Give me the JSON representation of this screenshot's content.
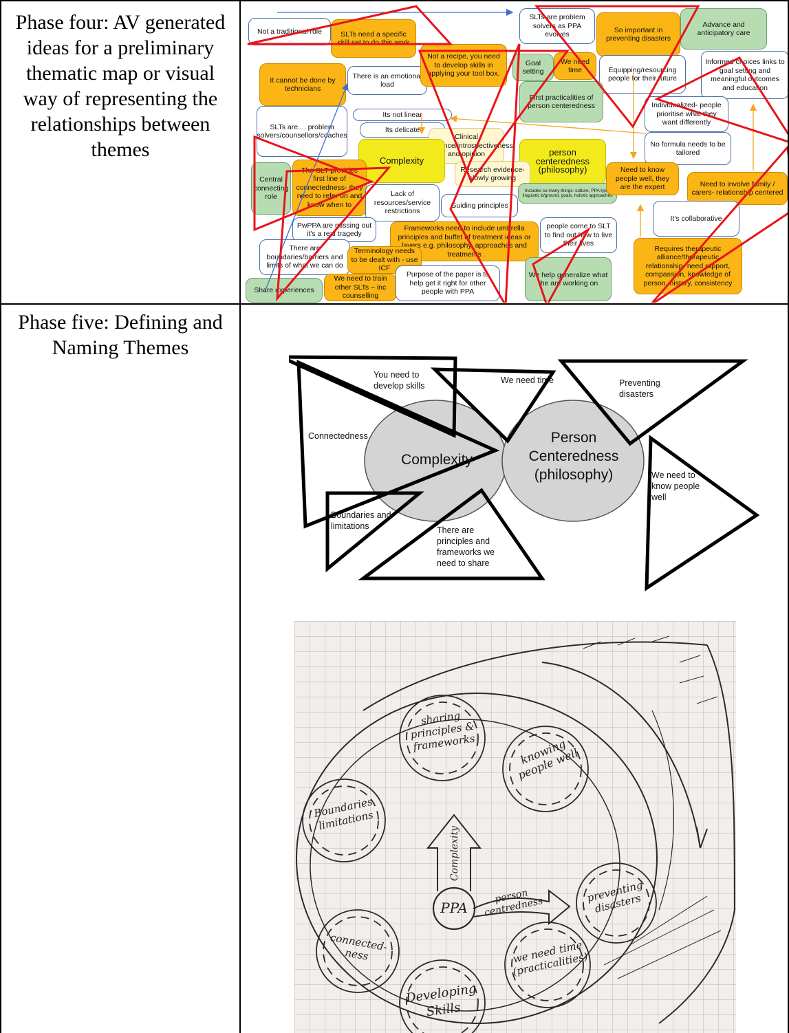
{
  "phases": {
    "four": "Phase four: AV generated ideas for a preliminary thematic map or visual way of representing the relationships between themes",
    "five": "Phase five: Defining and Naming Themes"
  },
  "map": {
    "b01": "Not a traditional role",
    "b02": "SLTs need a specific skill set to do this work",
    "b03": "It cannot be done by technicians",
    "b04": "There is an emotional load",
    "b05": "Not a recipe, you need to develop skills in applying your tool box.",
    "b06": "SLTs are problem solvers as PPA evolves",
    "b07": "So important in preventing disasters",
    "b08": "Advance and anticipatory care",
    "b09": "Goal setting",
    "b10": "We need time",
    "b11": "Equipping/resourcing people for their future",
    "b12": "Informed choices links to goal setting and meaningful outcomes and education",
    "b13": "First practicalities of person centeredness",
    "b14": "Its not linear",
    "b15": "Individualized- people prioritise what they want differently",
    "b16": "SLTs are.... problem solvers/counsellors/coaches",
    "b17": "Its delicate",
    "b18": "Clinical experience/introspectiveness and opinion",
    "b19": "Complexity",
    "b20": "person centeredness (philosophy)",
    "b21": "No formula needs to be tailored",
    "b22": "Central connecting role",
    "b23": "The SLT provides first line of connectedness- they need to refer on and know when to",
    "b24": "Research evidence- slowly growing",
    "b25": "Includes so many things: culture, PPA type, linguistic b/ground, goals, holistic approaches",
    "b26": "Need to know people well, they are the expert",
    "b27": "Need to involve family / carers- relationship centered",
    "b28": "Lack of resources/service restrictions",
    "b29": "Guiding principles",
    "b30": "PwPPA are missing out it's a real tragedy",
    "b31": "It's collaborative",
    "b32": "Frameworks need to include umbrella principles and buffet of treatment ideas or layers e.g. philosophy, approaches and treatments",
    "b33": "people come to SLT to find out how to live their lives",
    "b34": "There are boundaries/barriers and limits of what we can do",
    "b35": "Terminology needs to be dealt with - use ICF",
    "b36": "Requires therapeutic alliance/therapeutic relationship- need rapport, compassion, knowledge of person, history, consistency",
    "b37": "We help generalize what the are working on",
    "b38": "Share experiences",
    "b39": "We need to train other SLTs – inc counselling",
    "b40": "Purpose of the paper is to help get it right for other people with PPA"
  },
  "venn": {
    "complexity": "Complexity",
    "person": "Person Centeredness (philosophy)",
    "skills": "You need to develop skills",
    "time": "We need time",
    "disasters": "Preventing disasters",
    "connectedness": "Connectedness",
    "know": "We need to know people well",
    "boundaries": "Boundaries and limitations",
    "principles": "There are principles and frameworks we need to share"
  },
  "sketch": {
    "g1": "sharing principles & frameworks",
    "g2": "knowing people well",
    "g3": "Boundaries limitations",
    "g4": "preventing disasters",
    "g5": "connected-ness",
    "g6": "we need time (practicalities)",
    "g7": "Developing Skills",
    "ppa": "PPA",
    "arrow_up": "Complexity",
    "arrow_right": "person centredness"
  },
  "colors": {
    "orange": "#fbb515",
    "green": "#b8dcb2",
    "yellow": "#f2ea1a",
    "red": "#e8141b",
    "blue": "#3a6fd1"
  }
}
